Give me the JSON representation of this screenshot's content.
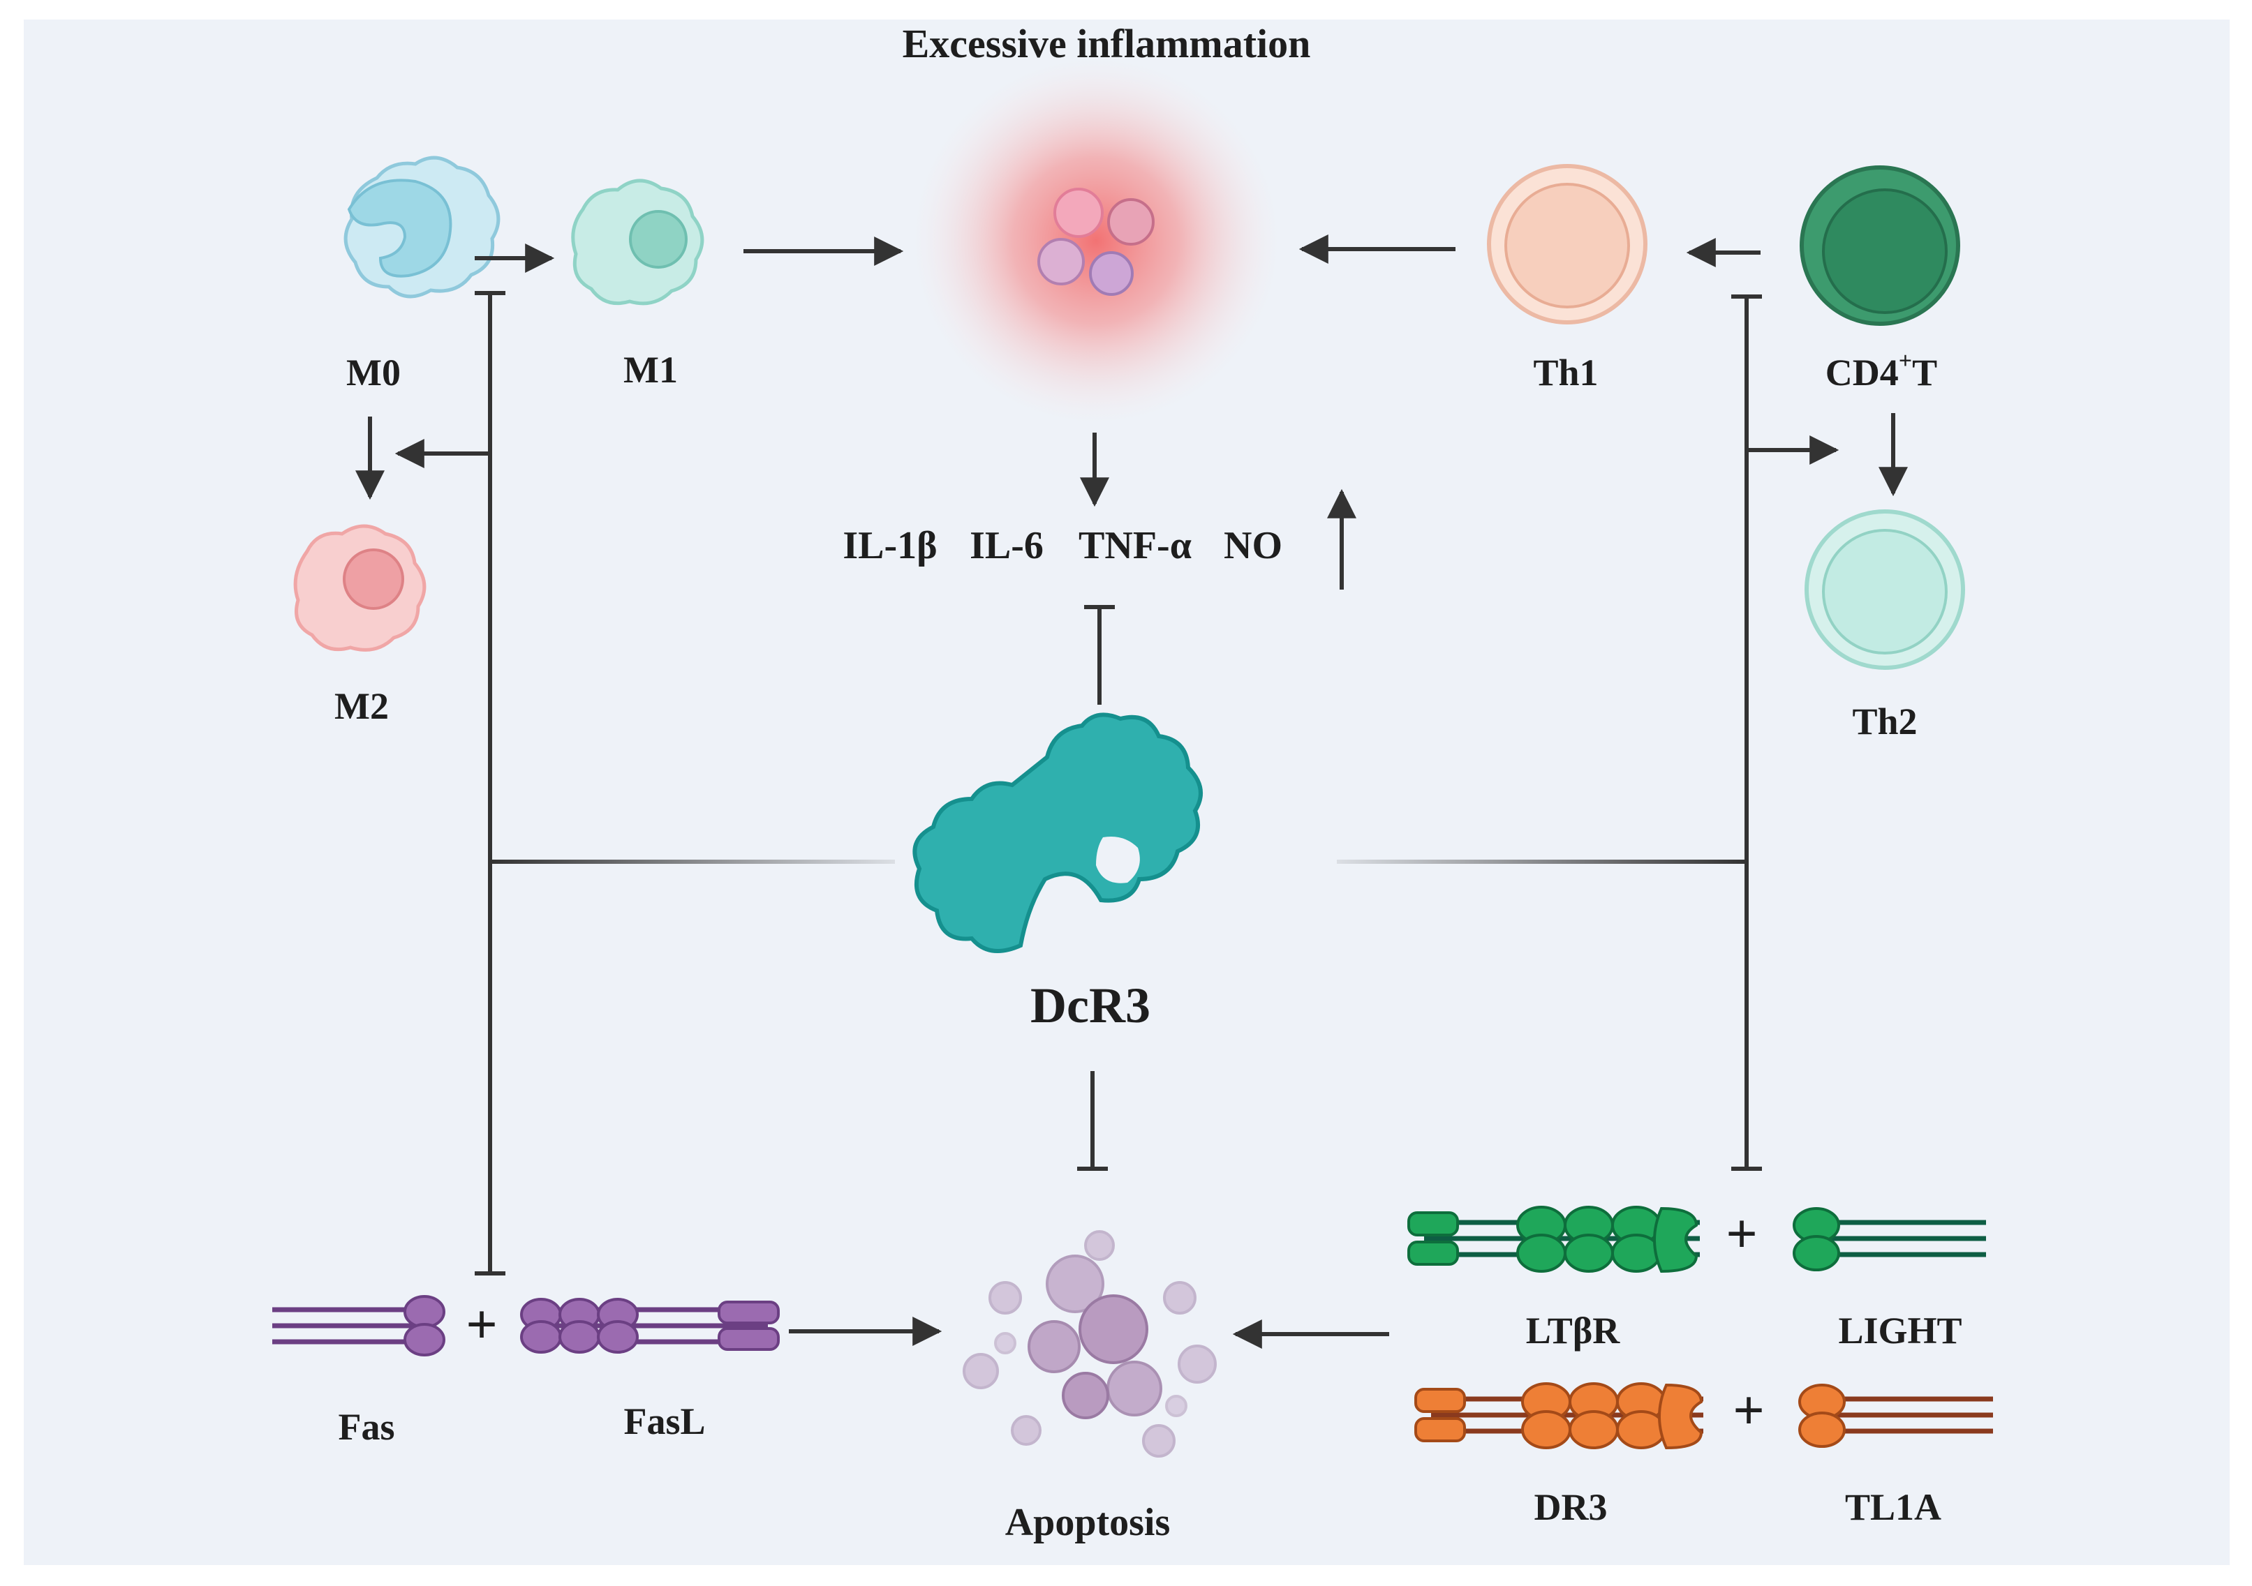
{
  "title": "Excessive inflammation",
  "cells": {
    "m0": "M0",
    "m1": "M1",
    "m2": "M2",
    "th1": "Th1",
    "cd4t": "CD4",
    "cd4t_sup": "+",
    "cd4t_suffix": "T",
    "th2": "Th2"
  },
  "cytokines": [
    "IL-1β",
    "IL-6",
    "TNF-α",
    "NO"
  ],
  "center": "DcR3",
  "apoptosis": "Apoptosis",
  "receptors": {
    "fas": "Fas",
    "fasl": "FasL",
    "ltbr": "LTβR",
    "light": "LIGHT",
    "dr3": "DR3",
    "tl1a": "TL1A",
    "plus": "+"
  },
  "colors": {
    "background": "#eef2f8",
    "macrophage_m0": "#bfe6f0",
    "macrophage_m1": "#bfeae3",
    "macrophage_m2": "#f8c8c8",
    "th1": "#f8d8c8",
    "cd4t": "#2e8a5e",
    "th2": "#c6ece6",
    "dcr3": "#22a3a3",
    "fas_family": "#9b6bb0",
    "light_family": "#1a9b4e",
    "tl1a_family": "#ea7a2e",
    "inflammation_glow": "#f25c5c"
  }
}
